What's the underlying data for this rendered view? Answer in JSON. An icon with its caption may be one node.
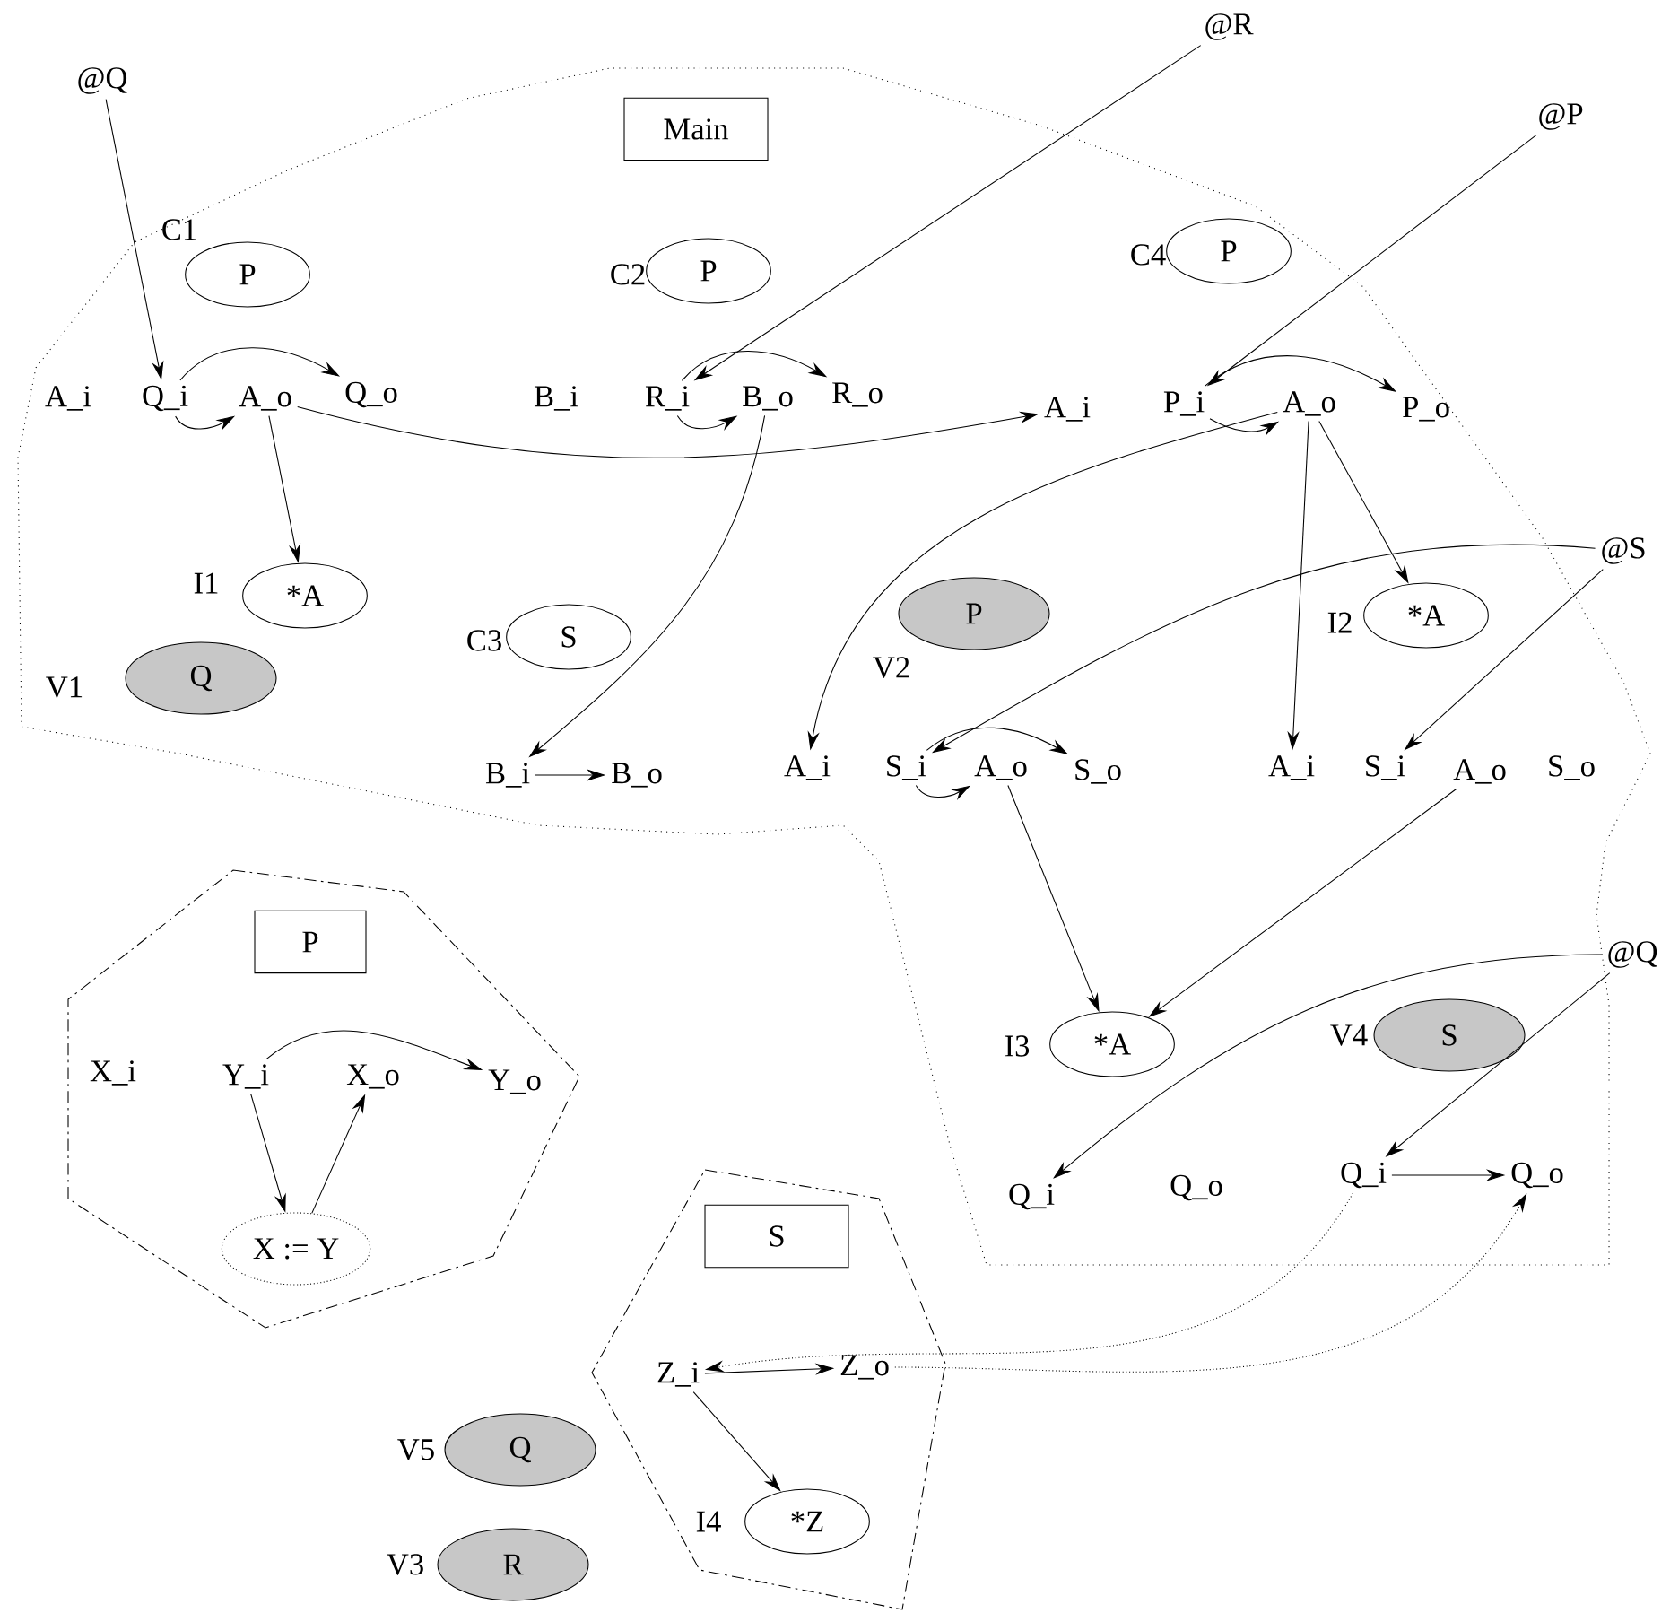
{
  "diagram": {
    "nodes": [
      {
        "text": [
          "Main"
        ]
      },
      {
        "text": [
          "@Q"
        ]
      },
      {
        "text": [
          "P"
        ],
        "beside": [
          "C1"
        ]
      },
      {
        "text": [
          "A_i"
        ]
      },
      {
        "text": [
          "Q_i"
        ]
      },
      {
        "text": [
          "A_o"
        ]
      },
      {
        "text": [
          "Q_o"
        ]
      },
      {
        "text": [
          "P"
        ],
        "beside": [
          "C2"
        ]
      },
      {
        "text": [
          "B_i"
        ]
      },
      {
        "text": [
          "R_i"
        ]
      },
      {
        "text": [
          "B_o"
        ]
      },
      {
        "text": [
          "R_o"
        ]
      },
      {
        "text": [
          "@R"
        ]
      },
      {
        "text": [
          "@P"
        ]
      },
      {
        "text": [
          "P"
        ],
        "beside": [
          "C4"
        ]
      },
      {
        "text": [
          "A_i"
        ]
      },
      {
        "text": [
          "P_i"
        ]
      },
      {
        "text": [
          "A_o"
        ]
      },
      {
        "text": [
          "P_o"
        ]
      },
      {
        "text": [
          "*A"
        ],
        "beside": [
          "I1"
        ]
      },
      {
        "text": [
          "S"
        ],
        "beside": [
          "C3"
        ]
      },
      {
        "text": [
          "Q"
        ],
        "beside": [
          "V1"
        ]
      },
      {
        "text": [
          "P"
        ],
        "beside": [
          "V2"
        ]
      },
      {
        "text": [
          "*A"
        ],
        "beside": [
          "I2"
        ]
      },
      {
        "text": [
          "@S"
        ]
      },
      {
        "text": [
          "B_i"
        ]
      },
      {
        "text": [
          "B_o"
        ]
      },
      {
        "text": [
          "A_i"
        ]
      },
      {
        "text": [
          "S_i"
        ]
      },
      {
        "text": [
          "A_o"
        ]
      },
      {
        "text": [
          "S_o"
        ]
      },
      {
        "text": [
          "A_i"
        ]
      },
      {
        "text": [
          "S_i"
        ]
      },
      {
        "text": [
          "A_o"
        ]
      },
      {
        "text": [
          "S_o"
        ]
      },
      {
        "text": [
          "*A"
        ],
        "beside": [
          "I3"
        ]
      },
      {
        "text": [
          "S"
        ],
        "beside": [
          "V4"
        ]
      },
      {
        "text": [
          "@Q"
        ]
      },
      {
        "text": [
          "Q_i"
        ]
      },
      {
        "text": [
          "Q_o"
        ]
      },
      {
        "text": [
          "Q_i"
        ]
      },
      {
        "text": [
          "Q_o"
        ]
      },
      {
        "text": [
          "P"
        ],
        "in": 54
      },
      {
        "text": [
          "X_i"
        ],
        "in": 54
      },
      {
        "text": [
          "Y_i"
        ],
        "in": 54
      },
      {
        "text": [
          "X_o"
        ],
        "in": 54
      },
      {
        "text": [
          "Y_o"
        ],
        "in": 54
      },
      {
        "text": [
          "X := Y"
        ],
        "in": 54
      },
      {
        "text": [
          "S"
        ],
        "in": 55
      },
      {
        "text": [
          "Z_i"
        ],
        "in": 55
      },
      {
        "text": [
          "Z_o"
        ],
        "in": 55
      },
      {
        "text": [
          "*Z"
        ],
        "beside": [
          "I4"
        ],
        "in": 55
      },
      {
        "text": [
          "Q"
        ],
        "beside": [
          "V5"
        ]
      },
      {
        "text": [
          "R"
        ],
        "beside": [
          "V3"
        ]
      },
      {
        "text": [],
        "shape": "hexagon"
      },
      {
        "text": [],
        "shape": "hexagon"
      }
    ],
    "edges": [
      {
        "from": 1,
        "to": 4,
        "arrow": "to"
      },
      {
        "from": 4,
        "to": 6,
        "arrow": "to"
      },
      {
        "from": 4,
        "to": 5,
        "arrow": "to"
      },
      {
        "from": 5,
        "to": 19,
        "arrow": "to"
      },
      {
        "from": 5,
        "to": 15,
        "arrow": "to"
      },
      {
        "from": 12,
        "to": 9,
        "arrow": "to"
      },
      {
        "from": 9,
        "to": 11,
        "arrow": "to"
      },
      {
        "from": 9,
        "to": 10,
        "arrow": "to"
      },
      {
        "from": 10,
        "to": 25,
        "arrow": "to"
      },
      {
        "from": 25,
        "to": 26,
        "arrow": "to"
      },
      {
        "from": 13,
        "to": 16,
        "arrow": "to"
      },
      {
        "from": 16,
        "to": 18,
        "arrow": "to"
      },
      {
        "from": 16,
        "to": 17,
        "arrow": "to"
      },
      {
        "from": 17,
        "to": 27,
        "arrow": "to"
      },
      {
        "from": 17,
        "to": 31,
        "arrow": "to"
      },
      {
        "from": 17,
        "to": 23,
        "arrow": "to"
      },
      {
        "from": 24,
        "to": 28,
        "arrow": "to"
      },
      {
        "from": 24,
        "to": 32,
        "arrow": "to"
      },
      {
        "from": 28,
        "to": 30,
        "arrow": "to"
      },
      {
        "from": 28,
        "to": 29,
        "arrow": "to"
      },
      {
        "from": 29,
        "to": 35,
        "arrow": "to"
      },
      {
        "from": 33,
        "to": 35,
        "arrow": "to"
      },
      {
        "from": 37,
        "to": 38,
        "arrow": "to"
      },
      {
        "from": 37,
        "to": 40,
        "arrow": "to"
      },
      {
        "from": 40,
        "to": 41,
        "arrow": "to"
      },
      {
        "from": 44,
        "to": 46,
        "arrow": "to"
      },
      {
        "from": 44,
        "to": 47,
        "arrow": "to"
      },
      {
        "from": 47,
        "to": 45,
        "arrow": "to"
      },
      {
        "from": 49,
        "to": 50,
        "arrow": "to"
      },
      {
        "from": 49,
        "to": 51,
        "arrow": "to"
      },
      {
        "from": 40,
        "to": 49,
        "arrow": "to",
        "style": "dashed"
      },
      {
        "from": 50,
        "to": 41,
        "arrow": "to",
        "style": "dashed"
      }
    ]
  }
}
